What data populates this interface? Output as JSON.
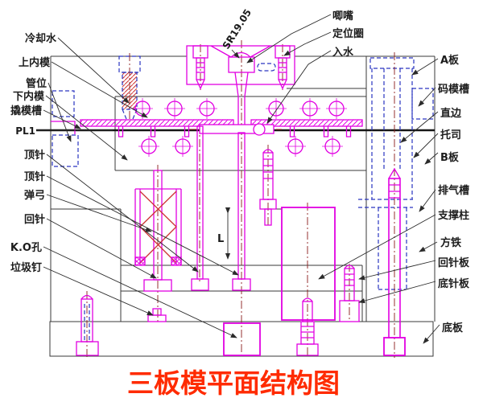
{
  "title": {
    "text": "三板模平面结构图",
    "color": "#ff2b00"
  },
  "annotations": {
    "radius": "SR19.05"
  },
  "dimension": {
    "label": "L"
  },
  "labels": {
    "left": [
      "冷却水",
      "上内模",
      "管位",
      "下内模",
      "撬模槽",
      "PL1",
      "顶针",
      "顶针",
      "弹弓",
      "回针",
      "K.O孔",
      "垃圾钉"
    ],
    "top": [
      "唧嘴",
      "定位圈",
      "入水"
    ],
    "right": [
      "A板",
      "码模槽",
      "直边",
      "托司",
      "B板",
      "排气槽",
      "支撑柱",
      "方铁",
      "回针板",
      "底针板",
      "底板"
    ]
  },
  "colors": {
    "outline": "#3a3a3a",
    "part_magenta": "#e200e2",
    "hidden_blue": "#2a35c0",
    "centerline_dark_red": "#8b1a1a",
    "hatch_red": "#cc3333",
    "leader_black": "#2b2b2b",
    "title_red": "#ff2b00",
    "background": "#ffffff"
  }
}
